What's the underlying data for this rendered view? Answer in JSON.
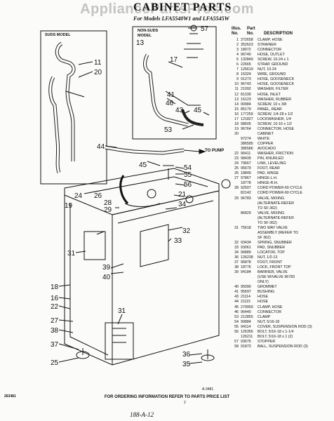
{
  "watermark": "AppliancePartsPros.com",
  "title": "CABINET PARTS",
  "subtitle": "For Models LFA5540W1 and LFA5545W",
  "table_header": {
    "illus": "Illus.",
    "part": "Part",
    "no1": "No.",
    "no2": "No.",
    "desc": "DESCRIPTION"
  },
  "labels": {
    "suds": "SUDS MODEL",
    "nonsuds": "NON-SUDS MODEL",
    "to_pump": "TO PUMP"
  },
  "callouts": {
    "c57": "57",
    "c13": "13",
    "c11": "11",
    "c20": "20",
    "c17": "17",
    "c41": "41",
    "c46": "46",
    "c43": "43",
    "c45": "45",
    "c53": "53",
    "c44": "44",
    "c45b": "45",
    "c54": "54",
    "c55": "55",
    "c56": "56",
    "c24": "24",
    "c26": "26",
    "c28": "28",
    "c29": "29",
    "c19": "19",
    "c34": "34",
    "c31": "31",
    "c32": "32",
    "c33": "33",
    "c39": "39",
    "c40": "40",
    "c18": "18",
    "c16": "16",
    "c21": "21",
    "c22": "22",
    "c27": "27",
    "c37": "37",
    "c38": "38",
    "c36": "36",
    "c35": "35",
    "c25": "25",
    "c31b": "31"
  },
  "parts": [
    [
      "1",
      "372658",
      "CLAMP, HOSE"
    ],
    [
      "2",
      "352623",
      "STRAINER"
    ],
    [
      "3",
      "18072",
      "CONNECTOR"
    ],
    [
      "4",
      "96740",
      "HOSE, OUTLET"
    ],
    [
      "5",
      "132849",
      "SCREW, 10-24 x 1"
    ],
    [
      "6",
      "22665",
      "STRAP, GROUND"
    ],
    [
      "7",
      "125619",
      "NUT, 10-24"
    ],
    [
      "8",
      "16324",
      "WIRE, GROUND"
    ],
    [
      "9",
      "91273",
      "HOSE, GOOSENECK"
    ],
    [
      "10",
      "96743",
      "HOSE, GOOSENECK"
    ],
    [
      "11",
      "21092",
      "WASHER, FILTER"
    ],
    [
      "12",
      "81339",
      "HOSE, INLET"
    ],
    [
      "13",
      "16123",
      "WASHER, RUBBER"
    ],
    [
      "14",
      "90984",
      "SCREW, 10 x 3/8"
    ],
    [
      "15",
      "85179",
      "PANEL, REAR"
    ],
    [
      "16",
      "177259",
      "SCREW, 1/4-28 x 1/2"
    ],
    [
      "17",
      "121827",
      "LOCKWASHER, 1/4"
    ],
    [
      "18",
      "98605",
      "SCREW, 10-16 x 1/2"
    ],
    [
      "19",
      "96764",
      "CONNECTOR, HOSE"
    ],
    [
      "20",
      "",
      "CABINET"
    ],
    [
      "",
      "97274",
      "WHITE"
    ],
    [
      "",
      "386585",
      "COPPER"
    ],
    [
      "",
      "386586",
      "AVOCADO"
    ],
    [
      "22",
      "96411",
      "WASHER, FRICTION"
    ],
    [
      "23",
      "98439",
      "PIN, KNURLED"
    ],
    [
      "24",
      "79667",
      "LINK, LEVELING"
    ],
    [
      "25",
      "95679",
      "FOOT, REAR"
    ],
    [
      "26",
      "18849",
      "PAD, HINGE"
    ],
    [
      "27",
      "97867",
      "HINGE-L.H."
    ],
    [
      "",
      "18778",
      "HINGE-R.H."
    ],
    [
      "28",
      "92507",
      "CORD POWER-60 CYCLE"
    ],
    [
      "",
      "82142",
      "CORD POWER-60 CYCLE"
    ],
    [
      "29",
      "96783",
      "VALVE, MIXING"
    ],
    [
      "",
      "",
      "(ALTERNATE-REFER"
    ],
    [
      "",
      "",
      "TO SF-362)"
    ],
    [
      "",
      "86829",
      "VALVE, MIXING"
    ],
    [
      "",
      "",
      "(ALTERNATE-REFER"
    ],
    [
      "",
      "",
      "TO SF-362)"
    ],
    [
      "31",
      "75618",
      "TWO WAY VALVE"
    ],
    [
      "",
      "",
      "ASSEMBLY (REFER TO"
    ],
    [
      "",
      "",
      "SF 362)"
    ],
    [
      "32",
      "93434",
      "SPRING, SNUBBER"
    ],
    [
      "33",
      "93061",
      "PAD, SNUBBER"
    ],
    [
      "34",
      "96889",
      "LOCATOR, TOP"
    ],
    [
      "36",
      "126238",
      "NUT, 1/2-13"
    ],
    [
      "37",
      "96878",
      "FOOT, FRONT"
    ],
    [
      "38",
      "18776",
      "LOCK, FRONT TOP"
    ],
    [
      "39",
      "94184",
      "BARRIER, VALVE"
    ],
    [
      "",
      "",
      "(USE W/VALVE 96783"
    ],
    [
      "",
      "",
      "ONLY)"
    ],
    [
      "40",
      "95090",
      "GROMMET"
    ],
    [
      "41",
      "95697",
      "BUSHING"
    ],
    [
      "43",
      "21114",
      "HOSE"
    ],
    [
      "44",
      "21115",
      "HOSE"
    ],
    [
      "45",
      "279959",
      "CLAMP, HOSE"
    ],
    [
      "46",
      "96440",
      "CONNECTOR"
    ],
    [
      "53",
      "212855",
      "CLAMP"
    ],
    [
      "54",
      "90884",
      "NUT, 5/16-18"
    ],
    [
      "55",
      "94114",
      "COVER, SUSPENSION ROD (3)"
    ],
    [
      "56",
      "126356",
      "BOLT, 5/16-18 x 1-1/4"
    ],
    [
      "",
      "126211",
      "BOLT, 5/16-18 x 1 (2)"
    ],
    [
      "57",
      "93675",
      "STOPPER"
    ],
    [
      "58",
      "91873",
      "BALL, SUSPENSION ROD (3)"
    ]
  ],
  "figure_no": "A-3481",
  "footer": "FOR ORDERING INFORMATION REFER TO PARTS PRICE LIST",
  "doc_no": "263481",
  "page_no": "2",
  "handwritten": "188-A-12"
}
